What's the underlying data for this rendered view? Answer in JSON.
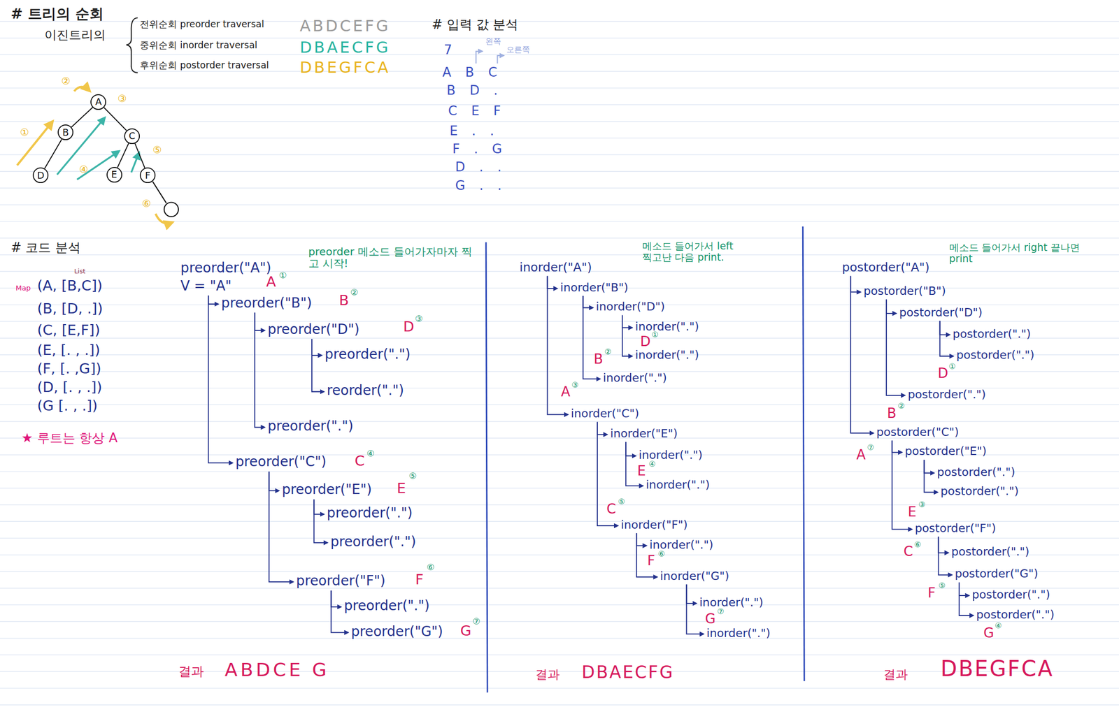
{
  "diagram": {
    "title": "# 트리의 순회",
    "nodes": [
      {
        "text": [
          "A"
        ]
      },
      {
        "text": [
          "B"
        ]
      },
      {
        "text": [
          "C"
        ]
      },
      {
        "text": [
          "D"
        ]
      },
      {
        "text": [
          "E"
        ]
      },
      {
        "text": [
          "F"
        ]
      }
    ],
    "edges": [
      {
        "from": 0,
        "to": 1,
        "arrow": "none"
      },
      {
        "from": 0,
        "to": 2,
        "arrow": "none"
      },
      {
        "from": 1,
        "to": 3,
        "arrow": "none"
      },
      {
        "from": 2,
        "to": 4,
        "arrow": "none"
      },
      {
        "from": 2,
        "to": 5,
        "arrow": "none"
      }
    ],
    "labels": [
      "이진트리의",
      "전위순회 preorder traversal",
      "중위순회 inorder traversal",
      "후위순회 postorder traversal",
      "ABDCEFG",
      "DBAECFG",
      "DBEGFCA",
      "①",
      "②",
      "③",
      "④",
      "⑤",
      "⑥",
      "# 입력 값 분석",
      "7",
      "왼쪽",
      "오른쪽",
      "A B C",
      "B D .",
      "C E F",
      "E . .",
      "F . G",
      "D . .",
      "G . .",
      "# 코드 분석",
      "List",
      "Map",
      "(A, [B,C])",
      "(B, [D, .])",
      "(C, [E,F])",
      "(E, [. , .])",
      "(F, [. ,G])",
      "(D, [. , .])",
      "(G [. , .])",
      "★ 루트는 항상 A",
      "preorder(\"A\")",
      "preorder 메소드 들어가자마자 찍고 시작!",
      "V = \"A\"",
      "A",
      "①",
      "preorder(\"B\")",
      "B",
      "②",
      "preorder(\"D\")",
      "D",
      "③",
      "preorder(\".\")",
      "reorder(\".\")",
      "preorder(\".\")",
      "preorder(\"C\")",
      "C",
      "④",
      "preorder(\"E\")",
      "E",
      "⑤",
      "preorder(\".\")",
      "preorder(\".\")",
      "preorder(\"F\")",
      "F",
      "⑥",
      "preorder(\".\")",
      "preorder(\"G\")",
      "G",
      "⑦",
      "결과",
      "ABDCE G",
      "inorder(\"A\")",
      "메소드 들어가서 left 찍고난 다음 print.",
      "inorder(\"B\")",
      "inorder(\"D\")",
      "inorder(\".\")",
      "D",
      "①",
      "inorder(\".\")",
      "B",
      "②",
      "inorder(\".\")",
      "A",
      "③",
      "inorder(\"C\")",
      "inorder(\"E\")",
      "inorder(\".\")",
      "E",
      "④",
      "inorder(\".\")",
      "C",
      "⑤",
      "inorder(\"F\")",
      "inorder(\".\")",
      "F",
      "⑥",
      "inorder(\"G\")",
      "inorder(\".\")",
      "G",
      "⑦",
      "inorder(\".\")",
      "결과",
      "DBAECFG",
      "postorder(\"A\")",
      "메소드 들어가서 right 끝나면 print",
      "postorder(\"B\")",
      "postorder(\"D\")",
      "postorder(\".\")",
      "postorder(\".\")",
      "D",
      "①",
      "postorder(\".\")",
      "B",
      "②",
      "postorder(\"C\")",
      "A",
      "⑦",
      "postorder(\"E\")",
      "postorder(\".\")",
      "postorder(\".\")",
      "E",
      "③",
      "postorder(\"F\")",
      "C",
      "⑥",
      "postorder(\".\")",
      "postorder(\"G\")",
      "F",
      "⑤",
      "postorder(\".\")",
      "postorder(\".\")",
      "G",
      "④",
      "결과",
      "DBEGFCA"
    ]
  }
}
